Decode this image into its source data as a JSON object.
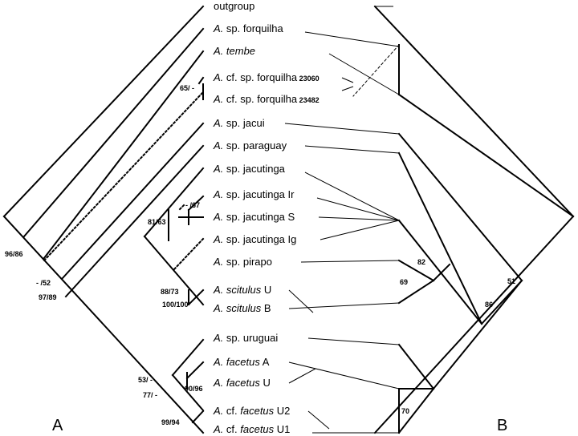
{
  "figure": {
    "panel_left": "A",
    "panel_right": "B"
  },
  "taxa": [
    {
      "genus": "",
      "species": "outgroup",
      "italic_species": false,
      "sub": ""
    },
    {
      "genus": "A.",
      "species": " sp. forquilha",
      "italic_species": false,
      "sub": ""
    },
    {
      "genus": "A.",
      "species": " tembe",
      "italic_species": true,
      "sub": ""
    },
    {
      "genus": "A.",
      "species": " cf. sp. forquilha",
      "italic_species": false,
      "sub": " 23060"
    },
    {
      "genus": "A.",
      "species": " cf. sp. forquilha",
      "italic_species": false,
      "sub": " 23482"
    },
    {
      "genus": "A.",
      "species": " sp. jacui",
      "italic_species": false,
      "sub": ""
    },
    {
      "genus": "A.",
      "species": " sp. paraguay",
      "italic_species": false,
      "sub": ""
    },
    {
      "genus": "A.",
      "species": " sp. jacutinga",
      "italic_species": false,
      "sub": ""
    },
    {
      "genus": "A.",
      "species": " sp. jacutinga Ir",
      "italic_species": false,
      "sub": ""
    },
    {
      "genus": "A.",
      "species": " sp. jacutinga S",
      "italic_species": false,
      "sub": ""
    },
    {
      "genus": "A.",
      "species": " sp. jacutinga Ig",
      "italic_species": false,
      "sub": ""
    },
    {
      "genus": "A.",
      "species": " sp. pirapo",
      "italic_species": false,
      "sub": ""
    },
    {
      "genus": "A.",
      "species": " scitulus",
      "italic_species": true,
      "suffix": " U",
      "sub": ""
    },
    {
      "genus": "A.",
      "species": " scitulus",
      "italic_species": true,
      "suffix": " B",
      "sub": ""
    },
    {
      "genus": "A.",
      "species": " sp. uruguai",
      "italic_species": false,
      "sub": ""
    },
    {
      "genus": "A.",
      "species": " facetus",
      "italic_species": true,
      "suffix": " A",
      "sub": ""
    },
    {
      "genus": "A.",
      "species": " facetus",
      "italic_species": true,
      "suffix": " U",
      "sub": ""
    },
    {
      "genus": "A.",
      "species": " cf. ",
      "italic_species": false,
      "species2": "facetus",
      "suffix": " U2",
      "sub": ""
    },
    {
      "genus": "A.",
      "species": " cf. ",
      "italic_species": false,
      "species2": "facetus",
      "suffix": " U1",
      "sub": ""
    }
  ],
  "support_left": [
    "65/ -",
    "- /67",
    "81/63",
    "88/73",
    "100/100",
    "96/86",
    "- /52",
    "97/89",
    "53/ -",
    "77/ -",
    "90/96",
    "99/94"
  ],
  "support_right": [
    "82",
    "69",
    "51",
    "86",
    "70"
  ]
}
